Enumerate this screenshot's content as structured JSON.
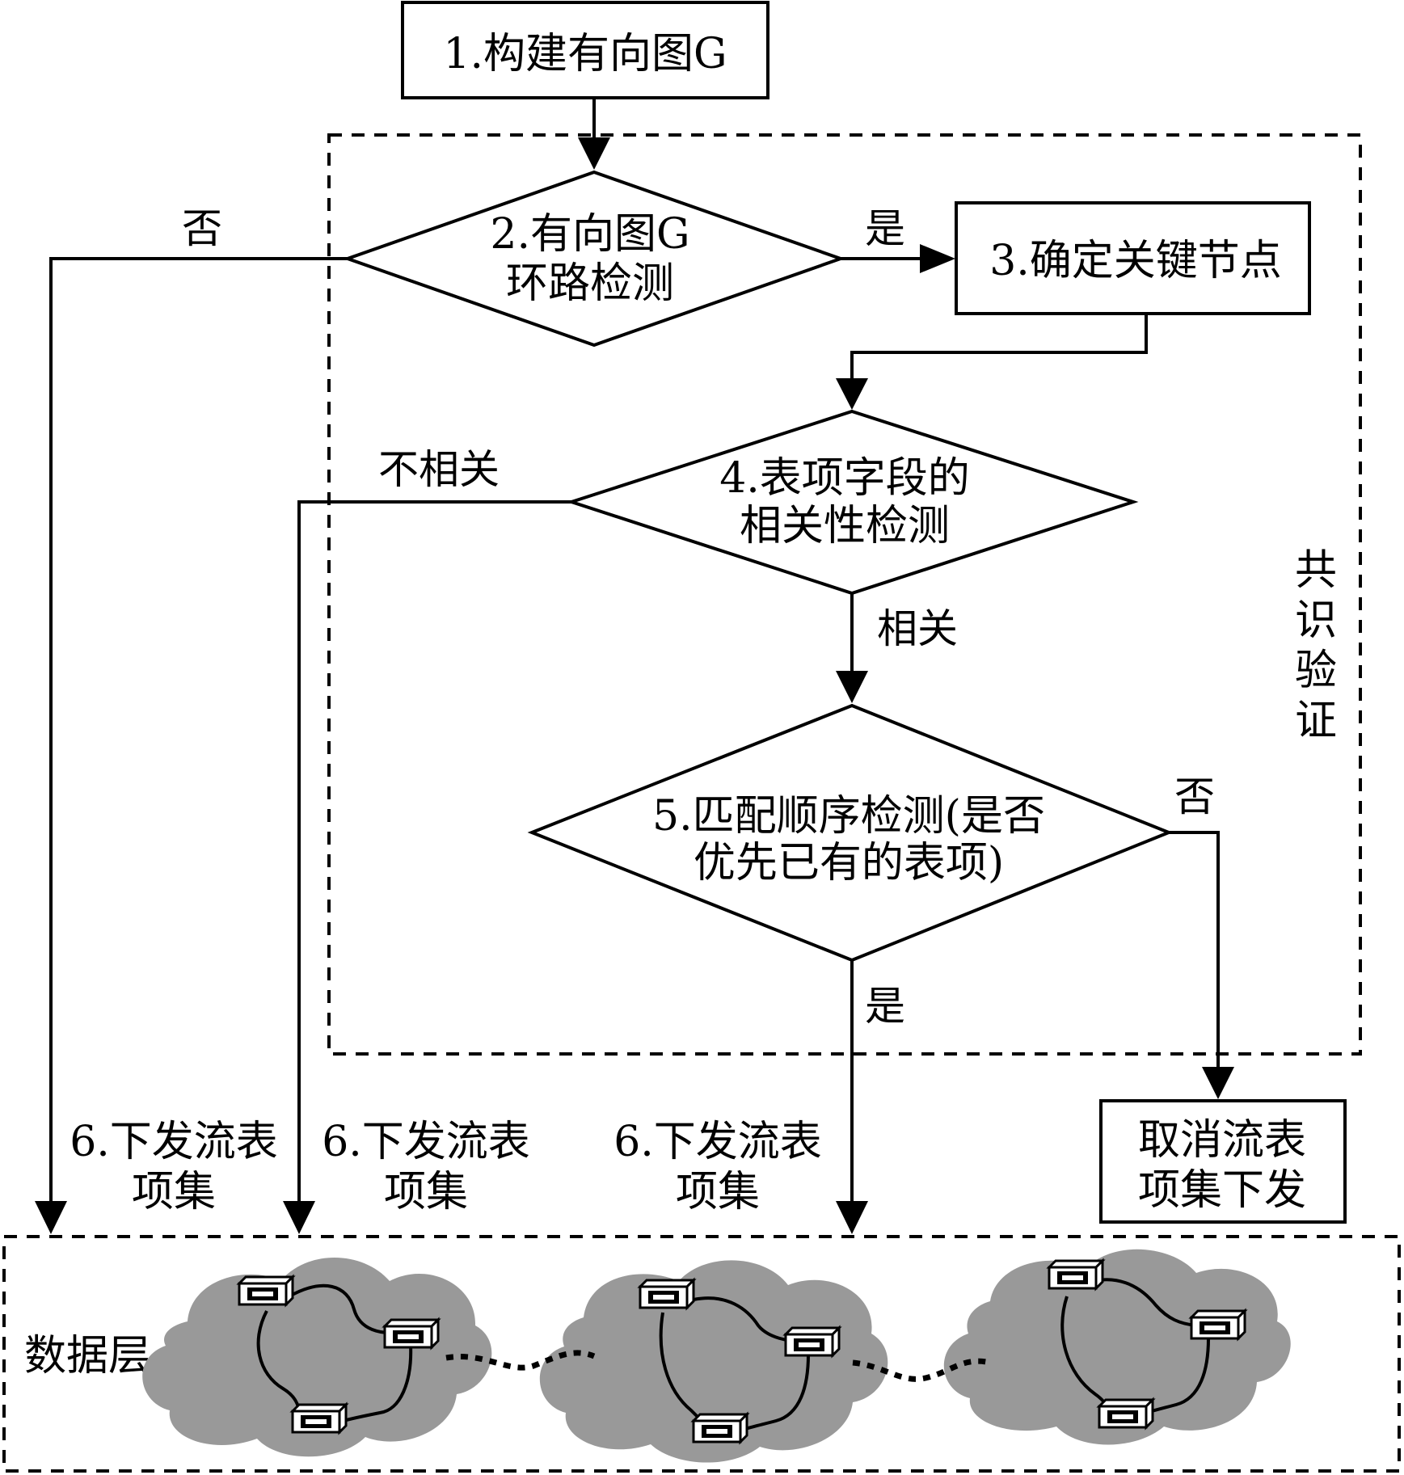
{
  "nodes": {
    "step1": "1.构建有向图G",
    "step2_line1": "2.有向图G",
    "step2_line2": "环路检测",
    "step3": "3.确定关键节点",
    "step4_line1": "4.表项字段的",
    "step4_line2": "相关性检测",
    "step5_line1": "5.匹配顺序检测(是否",
    "step5_line2": "优先已有的表项)",
    "cancel_line1": "取消流表",
    "cancel_line2": "项集下发"
  },
  "edges": {
    "step2_no": "否",
    "step2_yes": "是",
    "step4_unrelated": "不相关",
    "step4_related": "相关",
    "step5_no": "否",
    "step5_yes": "是"
  },
  "issue_labels": [
    {
      "line1": "6.下发流表",
      "line2": "项集"
    },
    {
      "line1": "6.下发流表",
      "line2": "项集"
    },
    {
      "line1": "6.下发流表",
      "line2": "项集"
    }
  ],
  "consensus_label": [
    "共",
    "识",
    "验",
    "证"
  ],
  "data_layer_label": "数据层",
  "icons": {
    "switch": "network-switch-icon",
    "cloud": "network-cloud-icon"
  },
  "colors": {
    "cloud_fill": "#999999",
    "line": "#000000",
    "background": "#ffffff"
  }
}
